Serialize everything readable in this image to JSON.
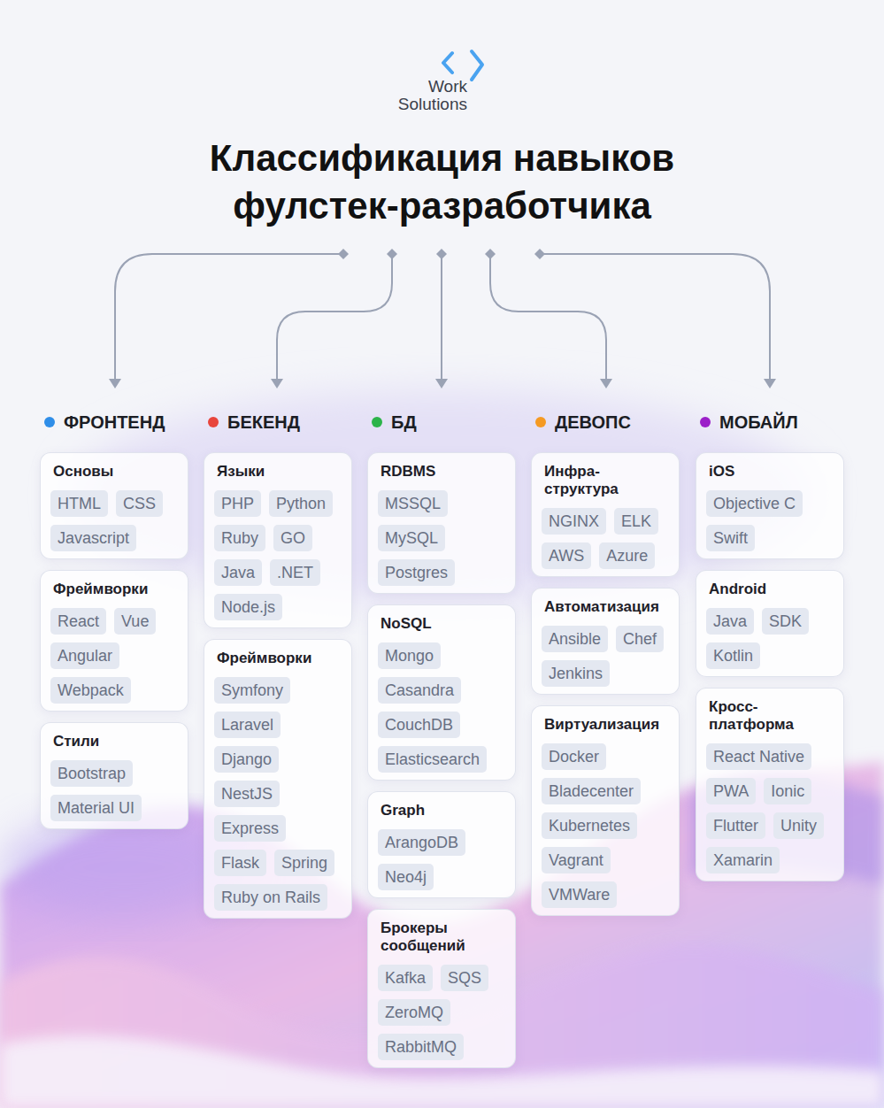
{
  "diagram": {
    "title": "Классификация навыков фулстек-разработчика",
    "nodes": [
      {
        "text": [
          "Основы"
        ]
      },
      {
        "text": [
          "HTML"
        ],
        "in": 0
      },
      {
        "text": [
          "CSS"
        ],
        "in": 0
      },
      {
        "text": [
          "Javascript"
        ],
        "in": 0
      },
      {
        "text": [
          "Фреймворки"
        ]
      },
      {
        "text": [
          "React"
        ],
        "in": 4
      },
      {
        "text": [
          "Vue"
        ],
        "in": 4
      },
      {
        "text": [
          "Angular"
        ],
        "in": 4
      },
      {
        "text": [
          "Webpack"
        ],
        "in": 4
      },
      {
        "text": [
          "Стили"
        ]
      },
      {
        "text": [
          "Bootstrap"
        ],
        "in": 9
      },
      {
        "text": [
          "Material UI"
        ],
        "in": 9
      },
      {
        "text": [
          "Языки"
        ]
      },
      {
        "text": [
          "PHP"
        ],
        "in": 12
      },
      {
        "text": [
          "Python"
        ],
        "in": 12
      },
      {
        "text": [
          "Ruby"
        ],
        "in": 12
      },
      {
        "text": [
          "GO"
        ],
        "in": 12
      },
      {
        "text": [
          "Java"
        ],
        "in": 12
      },
      {
        "text": [
          ".NET"
        ],
        "in": 12
      },
      {
        "text": [
          "Node.js"
        ],
        "in": 12
      },
      {
        "text": [
          "Фреймворки"
        ]
      },
      {
        "text": [
          "Symfony"
        ],
        "in": 20
      },
      {
        "text": [
          "Laravel"
        ],
        "in": 20
      },
      {
        "text": [
          "Django"
        ],
        "in": 20
      },
      {
        "text": [
          "NestJS"
        ],
        "in": 20
      },
      {
        "text": [
          "Express"
        ],
        "in": 20
      },
      {
        "text": [
          "Flask"
        ],
        "in": 20
      },
      {
        "text": [
          "Spring"
        ],
        "in": 20
      },
      {
        "text": [
          "Ruby on Rails"
        ],
        "in": 20
      },
      {
        "text": [
          "RDBMS"
        ]
      },
      {
        "text": [
          "MSSQL"
        ],
        "in": 29
      },
      {
        "text": [
          "MySQL"
        ],
        "in": 29
      },
      {
        "text": [
          "Postgres"
        ],
        "in": 29
      },
      {
        "text": [
          "NoSQL"
        ]
      },
      {
        "text": [
          "Mongo"
        ],
        "in": 33
      },
      {
        "text": [
          "Casandra"
        ],
        "in": 33
      },
      {
        "text": [
          "CouchDB"
        ],
        "in": 33
      },
      {
        "text": [
          "Elasticsearch"
        ],
        "in": 33
      },
      {
        "text": [
          "Graph"
        ]
      },
      {
        "text": [
          "ArangoDB"
        ],
        "in": 38
      },
      {
        "text": [
          "Neo4j"
        ],
        "in": 38
      },
      {
        "text": [
          "Брокеры сообщений"
        ]
      },
      {
        "text": [
          "Kafka"
        ],
        "in": 41
      },
      {
        "text": [
          "SQS"
        ],
        "in": 41
      },
      {
        "text": [
          "ZeroMQ"
        ],
        "in": 41
      },
      {
        "text": [
          "RabbitMQ"
        ],
        "in": 41
      },
      {
        "text": [
          "Инфра- структура"
        ]
      },
      {
        "text": [
          "NGINX"
        ],
        "in": 46
      },
      {
        "text": [
          "ELK"
        ],
        "in": 46
      },
      {
        "text": [
          "AWS"
        ],
        "in": 46
      },
      {
        "text": [
          "Azure"
        ],
        "in": 46
      },
      {
        "text": [
          "Автоматизация"
        ]
      },
      {
        "text": [
          "Ansible"
        ],
        "in": 51
      },
      {
        "text": [
          "Chef"
        ],
        "in": 51
      },
      {
        "text": [
          "Jenkins"
        ],
        "in": 51
      },
      {
        "text": [
          "Виртуализация"
        ]
      },
      {
        "text": [
          "Docker"
        ],
        "in": 55
      },
      {
        "text": [
          "Bladecenter"
        ],
        "in": 55
      },
      {
        "text": [
          "Kubernetes"
        ],
        "in": 55
      },
      {
        "text": [
          "Vagrant"
        ],
        "in": 55
      },
      {
        "text": [
          "VMWare"
        ],
        "in": 55
      },
      {
        "text": [
          "iOS"
        ]
      },
      {
        "text": [
          "Objective C"
        ],
        "in": 61
      },
      {
        "text": [
          "Swift"
        ],
        "in": 61
      },
      {
        "text": [
          "Android"
        ]
      },
      {
        "text": [
          "Java"
        ],
        "in": 64
      },
      {
        "text": [
          "SDK"
        ],
        "in": 64
      },
      {
        "text": [
          "Kotlin"
        ],
        "in": 64
      },
      {
        "text": [
          "Кросс- платформа"
        ]
      },
      {
        "text": [
          "React Native"
        ],
        "in": 68
      },
      {
        "text": [
          "PWA"
        ],
        "in": 68
      },
      {
        "text": [
          "Ionic"
        ],
        "in": 68
      },
      {
        "text": [
          "Flutter"
        ],
        "in": 68
      },
      {
        "text": [
          "Unity"
        ],
        "in": 68
      },
      {
        "text": [
          "Xamarin"
        ],
        "in": 68
      }
    ],
    "labels": [
      "Work",
      "Solutions",
      "ФРОНТЕНД",
      "БЕКЕНД",
      "БД",
      "ДЕВОПС",
      "МОБАЙЛ"
    ]
  }
}
